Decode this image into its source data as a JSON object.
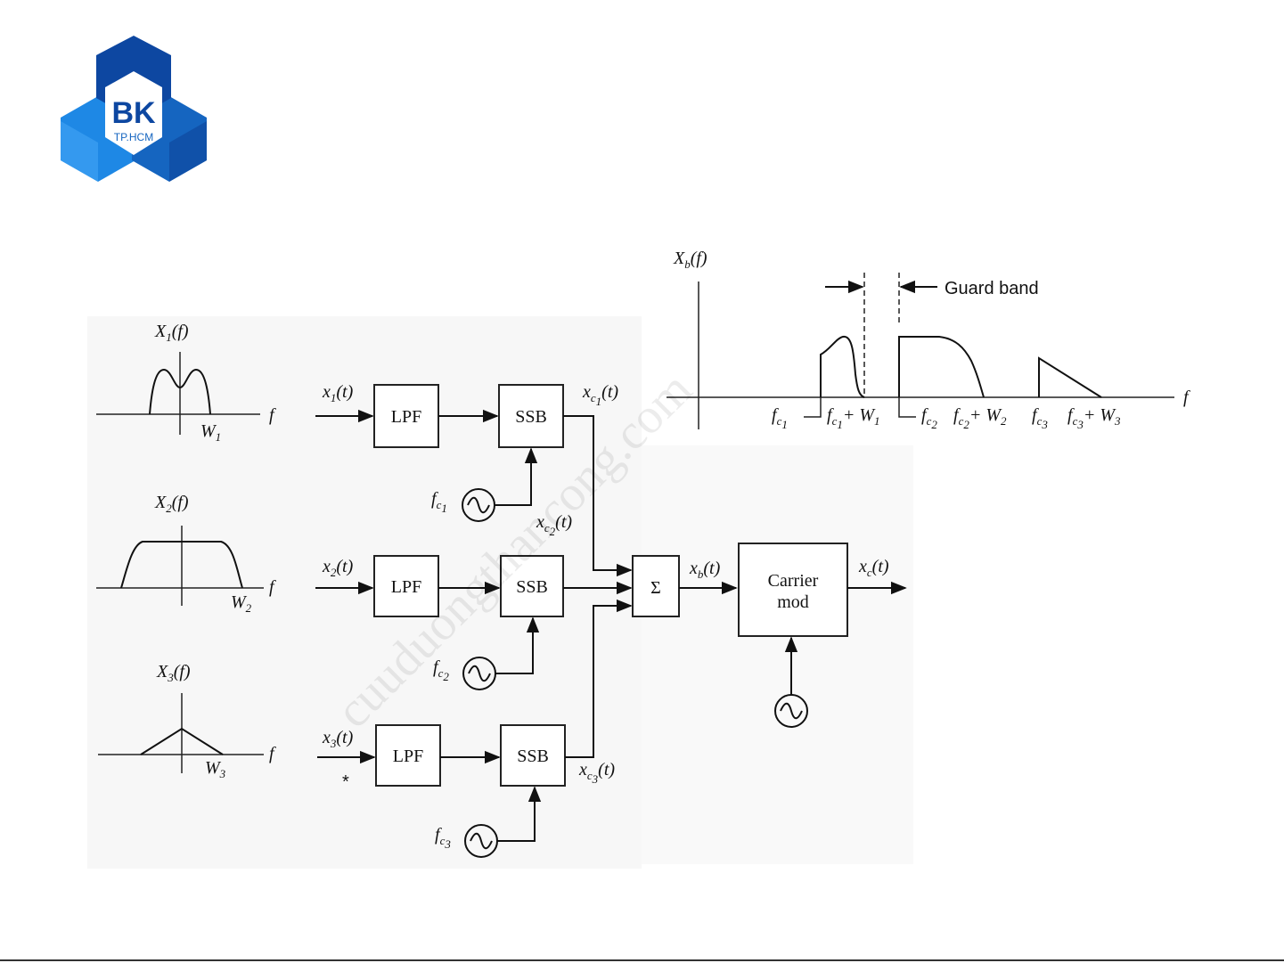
{
  "logo": {
    "text": "BK",
    "subtext": "TP.HCM",
    "colors": {
      "dark": "#0b3d91",
      "mid": "#1565c0",
      "light": "#42a5f5"
    }
  },
  "watermark": "cuuduongthancong.com",
  "inputs": [
    {
      "spectrum": "X",
      "spectrum_sub": "1",
      "signal": "x",
      "signal_sub": "1",
      "band": "W",
      "band_sub": "1",
      "carrier_sub": "1",
      "out_sub": "1"
    },
    {
      "spectrum": "X",
      "spectrum_sub": "2",
      "signal": "x",
      "signal_sub": "2",
      "band": "W",
      "band_sub": "2",
      "carrier_sub": "2",
      "out_sub": "2"
    },
    {
      "spectrum": "X",
      "spectrum_sub": "3",
      "signal": "x",
      "signal_sub": "3",
      "band": "W",
      "band_sub": "3",
      "carrier_sub": "3",
      "out_sub": "3"
    }
  ],
  "labels": {
    "freq": "f",
    "of_f": "(f)",
    "of_t": "(t)",
    "carrier": "f",
    "carrier_c": "c",
    "xc": "x",
    "c": "c",
    "lpf": "LPF",
    "ssb": "SSB",
    "sum": "Σ",
    "xb": "x",
    "b": "b",
    "carrier_mod_1": "Carrier",
    "carrier_mod_2": "mod",
    "output": "x",
    "output_sub": "c",
    "star": "*"
  },
  "composite": {
    "title": "X",
    "title_sub": "b",
    "guard_band": "Guard band",
    "plus_w": "+ W",
    "axis": "f"
  }
}
